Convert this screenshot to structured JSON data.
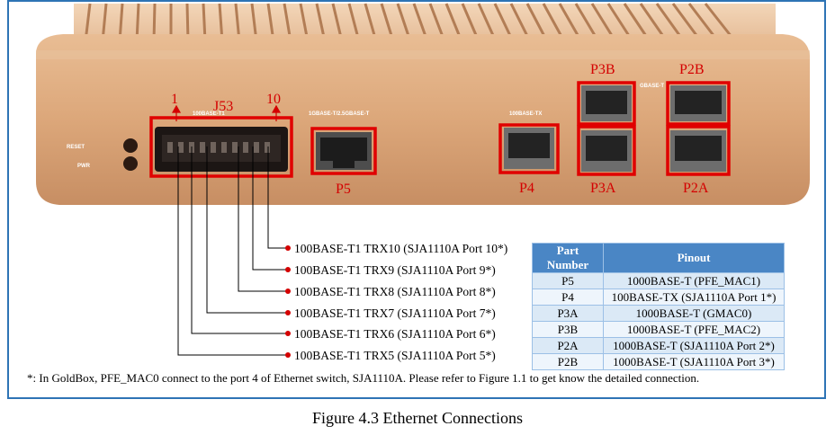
{
  "device_silkscreen": {
    "j53_port": "100BASE-T1",
    "p5_port": "1GBASE-T/2.5GBASE-T",
    "p4_port": "100BASE-TX",
    "p2_port": "GBASE-T",
    "reset": "RESET",
    "pwr": "PWR"
  },
  "port_labels": {
    "pin_1": "1",
    "pin_10": "10",
    "j53": "J53",
    "p5": "P5",
    "p4": "P4",
    "p3a": "P3A",
    "p3b": "P3B",
    "p2a": "P2A",
    "p2b": "P2B"
  },
  "connections": [
    "100BASE-T1 TRX10 (SJA1110A Port 10*)",
    "100BASE-T1 TRX9 (SJA1110A Port 9*)",
    "100BASE-T1 TRX8 (SJA1110A Port 8*)",
    "100BASE-T1 TRX7 (SJA1110A Port 7*)",
    "100BASE-T1 TRX6 (SJA1110A Port 6*)",
    "100BASE-T1 TRX5 (SJA1110A Port 5*)"
  ],
  "table": {
    "headers": [
      "Part Number",
      "Pinout"
    ],
    "rows": [
      [
        "P5",
        "1000BASE-T (PFE_MAC1)"
      ],
      [
        "P4",
        "100BASE-TX (SJA1110A Port 1*)"
      ],
      [
        "P3A",
        "1000BASE-T (GMAC0)"
      ],
      [
        "P3B",
        "1000BASE-T (PFE_MAC2)"
      ],
      [
        "P2A",
        "1000BASE-T (SJA1110A Port 2*)"
      ],
      [
        "P2B",
        "1000BASE-T (SJA1110A Port 3*)"
      ]
    ]
  },
  "footnote": "*: In GoldBox, PFE_MAC0 connect to the port 4 of Ethernet switch, SJA1110A. Please refer to Figure 1.1 to get know the detailed connection.",
  "caption": "Figure 4.3  Ethernet Connections",
  "colors": {
    "frame": "#2e74b5",
    "highlight": "#e00000",
    "case": "#dba77c",
    "table_header": "#4a86c5"
  }
}
